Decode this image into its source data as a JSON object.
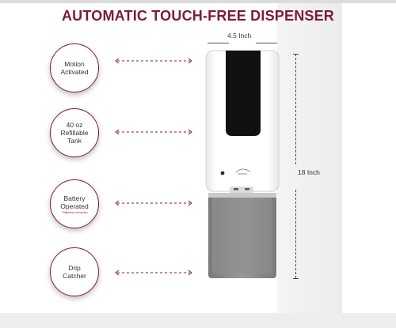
{
  "title": "AUTOMATIC TOUCH-FREE DISPENSER",
  "features": [
    {
      "label": "Motion\nActivated"
    },
    {
      "label": "40 oz\nRefillable\nTank"
    },
    {
      "label": "Battery\nOperated",
      "note": "* Batteries not included"
    },
    {
      "label": "Drip\nCatcher"
    }
  ],
  "dimensions": {
    "width_label": "4.5 Inch",
    "height_label": "18 Inch"
  },
  "colors": {
    "accent": "#7d1b35",
    "dispenser_body": "#ffffff",
    "window": "#111111",
    "drip_tray": "#8e8e8e"
  },
  "icons": {
    "sensor": "sensor-dot-icon",
    "hand": "hand-icon",
    "arrows": "double-arrow-icon"
  }
}
